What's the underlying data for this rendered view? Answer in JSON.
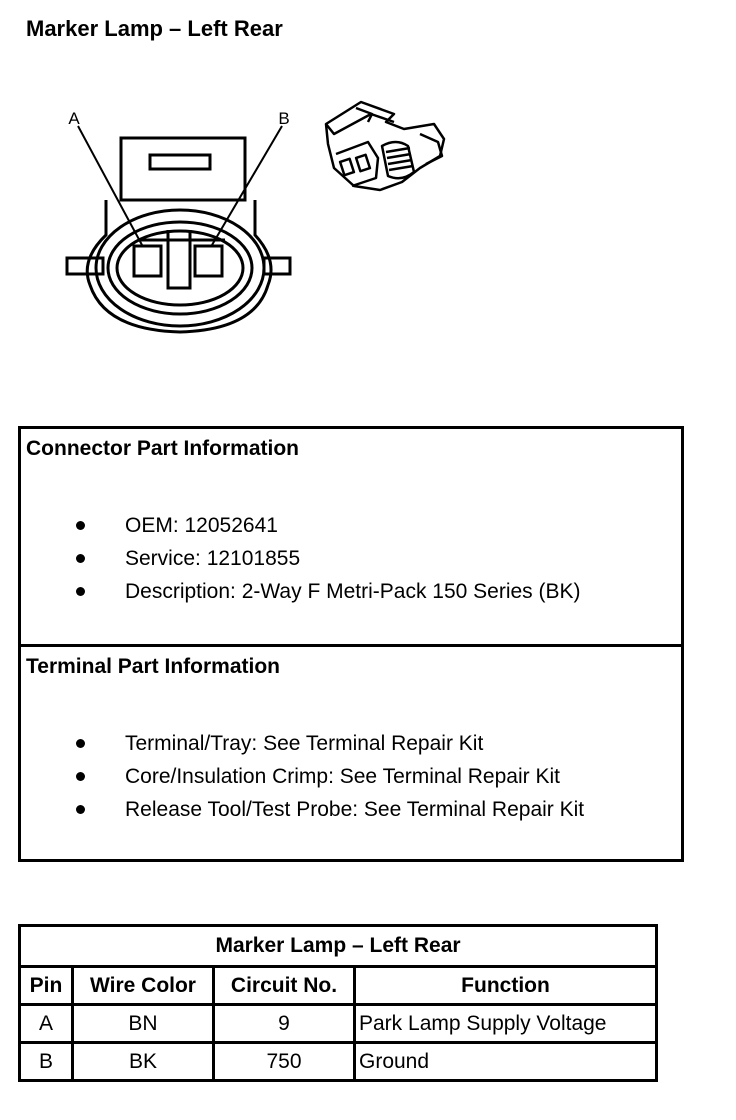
{
  "page_title": "Marker Lamp – Left Rear",
  "diagram": {
    "pin_labels": [
      "A",
      "B"
    ]
  },
  "connector_info": {
    "title": "Connector Part Information",
    "items": [
      "OEM: 12052641",
      "Service: 12101855",
      "Description: 2-Way F Metri-Pack 150 Series (BK)"
    ]
  },
  "terminal_info": {
    "title": "Terminal Part Information",
    "items": [
      "Terminal/Tray: See Terminal Repair Kit",
      "Core/Insulation Crimp: See Terminal Repair Kit",
      "Release Tool/Test Probe: See Terminal Repair Kit"
    ]
  },
  "pin_table": {
    "caption": "Marker Lamp – Left Rear",
    "headers": [
      "Pin",
      "Wire Color",
      "Circuit No.",
      "Function"
    ],
    "rows": [
      [
        "A",
        "BN",
        "9",
        "Park Lamp Supply Voltage"
      ],
      [
        "B",
        "BK",
        "750",
        "Ground"
      ]
    ]
  }
}
